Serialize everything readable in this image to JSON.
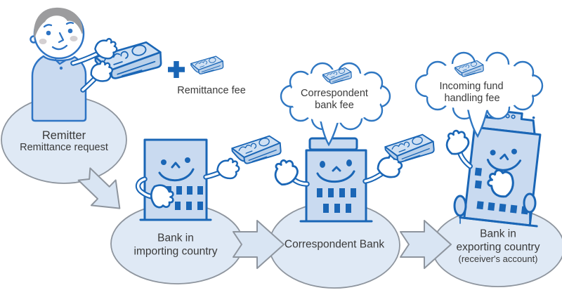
{
  "remitter": {
    "title": "Remitter",
    "subtitle": "Remittance request"
  },
  "fees": {
    "remittance": {
      "label": "Remittance fee"
    },
    "correspondent": {
      "line1": "Correspondent",
      "line2": "bank fee"
    },
    "incoming": {
      "line1": "Incoming fund",
      "line2": "handling fee"
    }
  },
  "banks": {
    "importing": {
      "line1": "Bank in",
      "line2": "importing country"
    },
    "correspondent": {
      "label": "Correspondent Bank"
    },
    "exporting": {
      "line1": "Bank in",
      "line2": "exporting country",
      "line3": "(receiver's account)"
    }
  },
  "icons": {
    "money": "money-stack-icon",
    "plus": "plus-icon",
    "tree": "tree-icon",
    "bubble": "speech-bubble",
    "arrow": "flow-arrow"
  },
  "colors": {
    "outline_blue": "#1a66b6",
    "person_blue": "#2e74c4",
    "fill_blue": "#c9daf0",
    "money_top": "#cfe0f3",
    "money_side": "#b9d0ea",
    "ellipse_fill": "#dfe9f5",
    "ellipse_stroke": "#8e959e",
    "arrow_fill": "#d9e5f3",
    "bubble_stroke": "#2f77c2",
    "hair_gray": "#9c9c9e",
    "text": "#3a3a3a"
  }
}
